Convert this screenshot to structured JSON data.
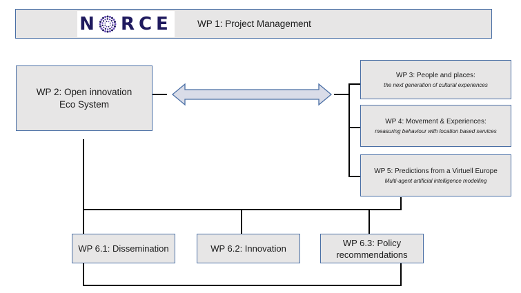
{
  "header": {
    "logo_text": "NORCE",
    "title": "WP 1: Project Management"
  },
  "wp2": {
    "line1": "WP 2: Open innovation",
    "line2": "Eco System"
  },
  "wp3": {
    "title": "WP 3: People and places:",
    "subtitle": "the next generation of cultural experiences"
  },
  "wp4": {
    "title": "WP 4: Movement & Experiences:",
    "subtitle": "measuring behaviour with location based services"
  },
  "wp5": {
    "title": "WP 5: Predictions from a Virtuell Europe",
    "subtitle": "Multi-agent artificial intelligence modelling"
  },
  "wp61": {
    "label": "WP 6.1: Dissemination"
  },
  "wp62": {
    "label": "WP 6.2: Innovation"
  },
  "wp63": {
    "line1": "WP 6.3: Policy",
    "line2": "recommendations"
  },
  "colors": {
    "box_fill": "#e7e6e6",
    "box_border": "#4a6fa5",
    "logo_navy": "#1f1a5e",
    "logo_purple": "#6b4fbb",
    "arrow_fill": "#d9dce8",
    "connector": "#000000"
  }
}
